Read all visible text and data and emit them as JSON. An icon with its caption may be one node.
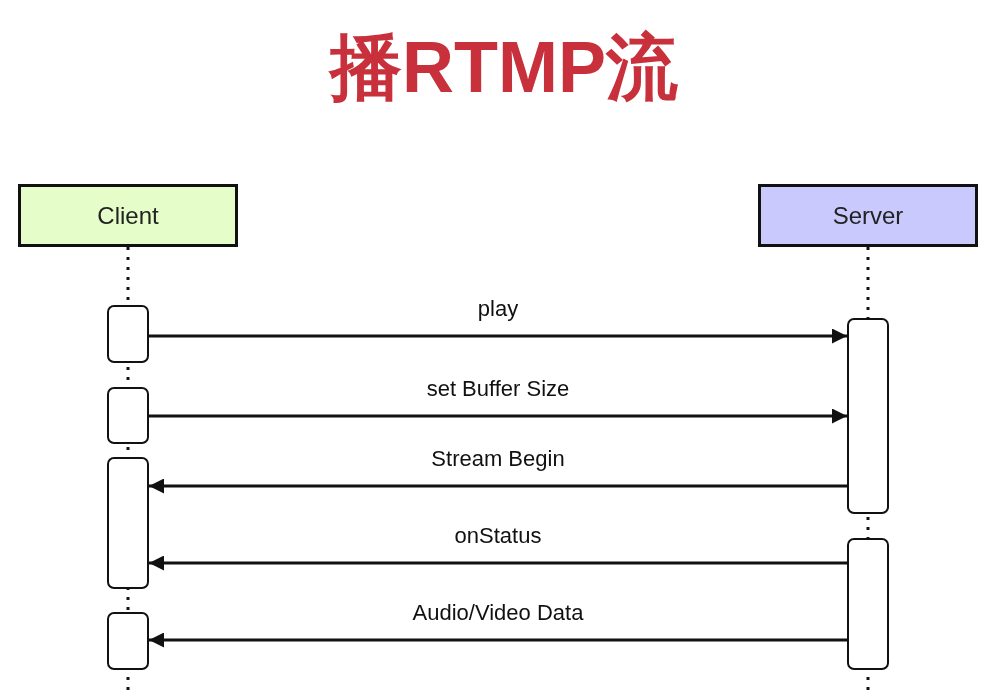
{
  "diagram": {
    "title": "播RTMP流",
    "nodes": [
      {
        "text": [
          "Client"
        ]
      },
      {
        "text": [
          "Server"
        ]
      },
      {
        "text": [],
        "shape": "box"
      },
      {
        "text": [],
        "shape": "box"
      },
      {
        "text": [],
        "shape": "box"
      },
      {
        "text": [],
        "shape": "box"
      },
      {
        "text": [],
        "shape": "box"
      },
      {
        "text": [],
        "shape": "box"
      }
    ],
    "edges": [
      {
        "from": 2,
        "to": 6,
        "arrow": "to",
        "label": "play"
      },
      {
        "from": 3,
        "to": 6,
        "arrow": "to",
        "label": "set Buffer Size"
      },
      {
        "from": 6,
        "to": 4,
        "arrow": "to",
        "label": "Stream Begin"
      },
      {
        "from": 7,
        "to": 4,
        "arrow": "to",
        "label": "onStatus"
      },
      {
        "from": 7,
        "to": 5,
        "arrow": "to",
        "label": "Audio/Video Data"
      }
    ]
  }
}
